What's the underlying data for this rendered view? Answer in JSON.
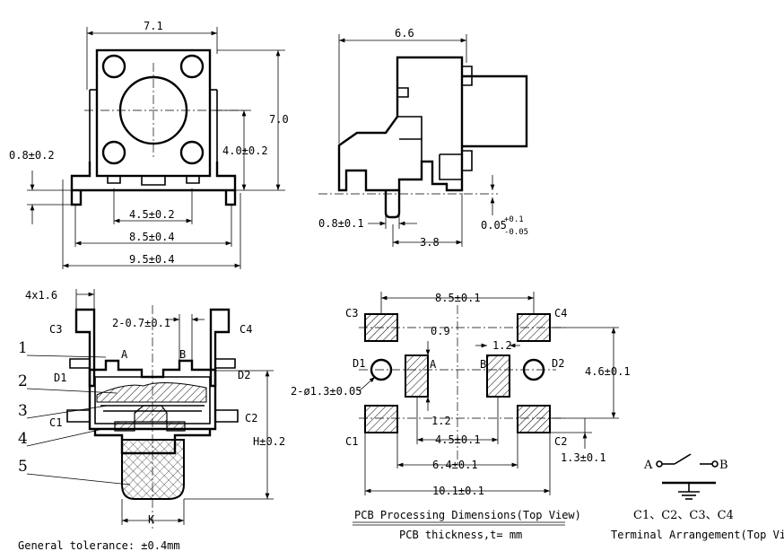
{
  "front_view": {
    "width": "7.1",
    "height": "7.0",
    "side_offset": "0.8±0.2",
    "center_height": "4.0±0.2",
    "pin_pitch_inner": "4.5±0.2",
    "pin_pitch_outer": "8.5±0.4",
    "overall_width": "9.5±0.4"
  },
  "side_view": {
    "width": "6.6",
    "pin_offset": "0.8±0.1",
    "pin_spacing": "3.8",
    "tolerance_main": "0.05",
    "tolerance_plus": "+0.1",
    "tolerance_minus": "-0.05"
  },
  "section_view": {
    "pin_width": "4x1.6",
    "hole_dim": "2-0.7±0.1",
    "height": "H±0.2",
    "key": "K",
    "labels": {
      "c1": "C1",
      "c2": "C2",
      "c3": "C3",
      "c4": "C4",
      "d1": "D1",
      "d2": "D2",
      "a": "A",
      "b": "B"
    },
    "parts": [
      "1",
      "2",
      "3",
      "4",
      "5"
    ],
    "general_tolerance": "General tolerance: ±0.4mm"
  },
  "pcb_view": {
    "pitch_top": "8.5±0.1",
    "pad_gap_top": "0.9",
    "pad_w": "1.2",
    "pad_gap_bottom": "1.2",
    "height": "4.6±0.1",
    "hole": "2-ø1.3±0.05",
    "inner_pitch": "4.5±0.1",
    "mid_pitch": "6.4±0.1",
    "overall": "10.1±0.1",
    "offset": "1.3±0.1",
    "labels": {
      "c1": "C1",
      "c2": "C2",
      "c3": "C3",
      "c4": "C4",
      "d1": "D1",
      "d2": "D2",
      "a": "A",
      "b": "B"
    },
    "title": "PCB Processing Dimensions(Top View)",
    "thickness": "PCB thickness,t=   mm"
  },
  "terminal": {
    "a": "A",
    "b": "B",
    "pins": "C1、C2、C3、C4",
    "title": "Terminal Arrangement(Top View)"
  }
}
